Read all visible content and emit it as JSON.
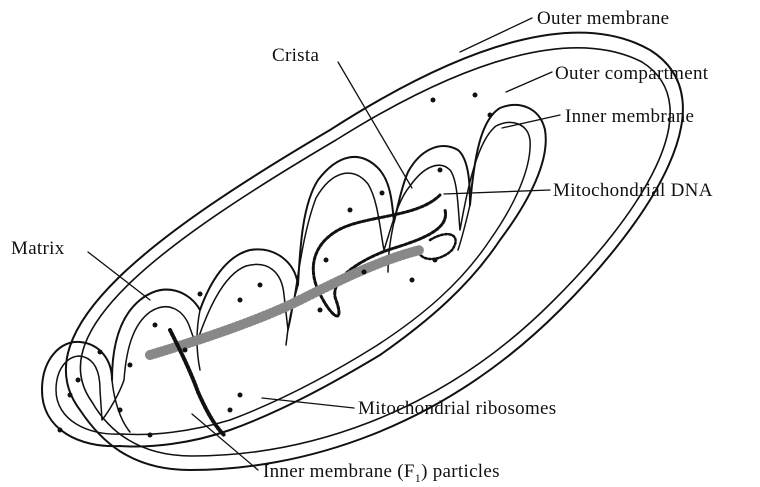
{
  "diagram": {
    "labels": {
      "outer_membrane": "Outer membrane",
      "outer_compartment": "Outer compartment",
      "inner_membrane": "Inner membrane",
      "mitochondrial_dna": "Mitochondrial DNA",
      "crista": "Crista",
      "matrix": "Matrix",
      "mitochondrial_ribosomes": "Mitochondrial ribosomes",
      "inner_membrane_particles_prefix": "Inner membrane (F",
      "inner_membrane_particles_sub": "1",
      "inner_membrane_particles_suffix": ") particles"
    },
    "colors": {
      "ink": "#111111",
      "background": "#ffffff"
    }
  }
}
